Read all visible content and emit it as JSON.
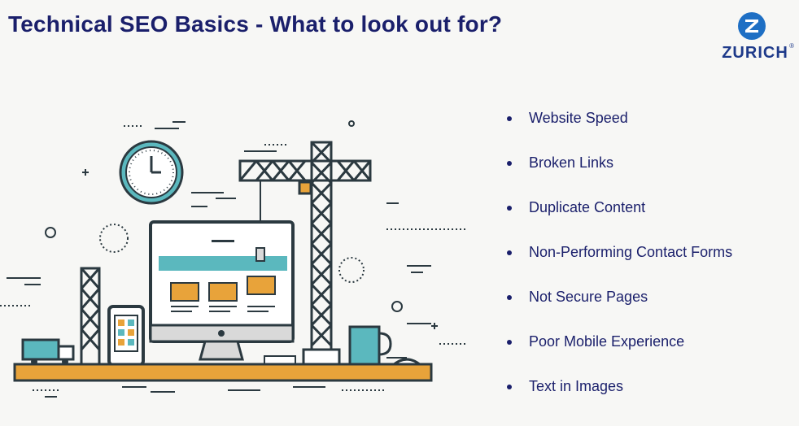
{
  "slide": {
    "title": "Technical SEO Basics - What to look out for?"
  },
  "logo": {
    "wordmark": "ZURICH",
    "registered": "®",
    "brand_color": "#1e6fc4"
  },
  "illustration": {
    "subject": "construction-crane-building-website-icon",
    "colors": {
      "outline": "#2b3940",
      "orange": "#e8a33a",
      "teal": "#5bb8be",
      "screen_bg": "#ffffff",
      "base": "#e8a33a"
    }
  },
  "bullets": [
    {
      "text": "Website Speed"
    },
    {
      "text": "Broken Links"
    },
    {
      "text": "Duplicate Content"
    },
    {
      "text": "Non-Performing Contact Forms"
    },
    {
      "text": "Not Secure Pages"
    },
    {
      "text": "Poor Mobile Experience"
    },
    {
      "text": "Text in Images"
    }
  ]
}
